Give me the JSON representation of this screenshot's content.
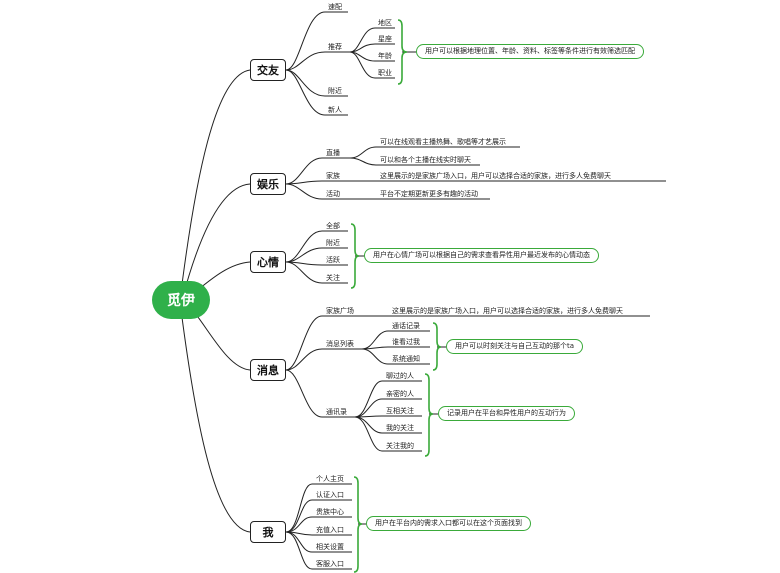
{
  "root": {
    "label": "觅伊"
  },
  "branches": {
    "friends": {
      "label": "交友",
      "items": [
        "速配",
        "推荐",
        "附近",
        "新人"
      ],
      "recommend_sub": [
        "地区",
        "星座",
        "年龄",
        "职业"
      ],
      "summary": "用户可以根据地理位置、年龄、资料、标签等条件进行有效筛选匹配"
    },
    "entertainment": {
      "label": "娱乐",
      "items": [
        "直播",
        "家族",
        "活动"
      ],
      "live_desc": [
        "可以在线观看主播热舞、歌唱等才艺展示",
        "可以和各个主播在线实时聊天"
      ],
      "family_desc": "这里展示的是家族广场入口，用户可以选择合适的家族，进行多人免费聊天",
      "activity_desc": "平台不定期更新更多有趣的活动"
    },
    "mood": {
      "label": "心情",
      "items": [
        "全部",
        "附近",
        "活跃",
        "关注"
      ],
      "summary": "用户在心情广场可以根据自己的需求查看异性用户最近发布的心情动态"
    },
    "messages": {
      "label": "消息",
      "items": [
        "家族广场",
        "消息列表",
        "通讯录"
      ],
      "family_desc": "这里展示的是家族广场入口，用户可以选择合适的家族，进行多人免费聊天",
      "list_sub": [
        "通话记录",
        "谁看过我",
        "系统通知"
      ],
      "list_summary": "用户可以时刻关注与自己互动的那个ta",
      "contacts_sub": [
        "聊过的人",
        "亲密的人",
        "互相关注",
        "我的关注",
        "关注我的"
      ],
      "contacts_summary": "记录用户在平台和异性用户的互动行为"
    },
    "me": {
      "label": "我",
      "items": [
        "个人主页",
        "认证入口",
        "贵族中心",
        "充值入口",
        "相关设置",
        "客服入口"
      ],
      "summary": "用户在平台内的需求入口都可以在这个页面找到"
    }
  },
  "colors": {
    "root_fill": "#2fb04a",
    "brace": "#3aaa3a",
    "line": "#222222"
  }
}
